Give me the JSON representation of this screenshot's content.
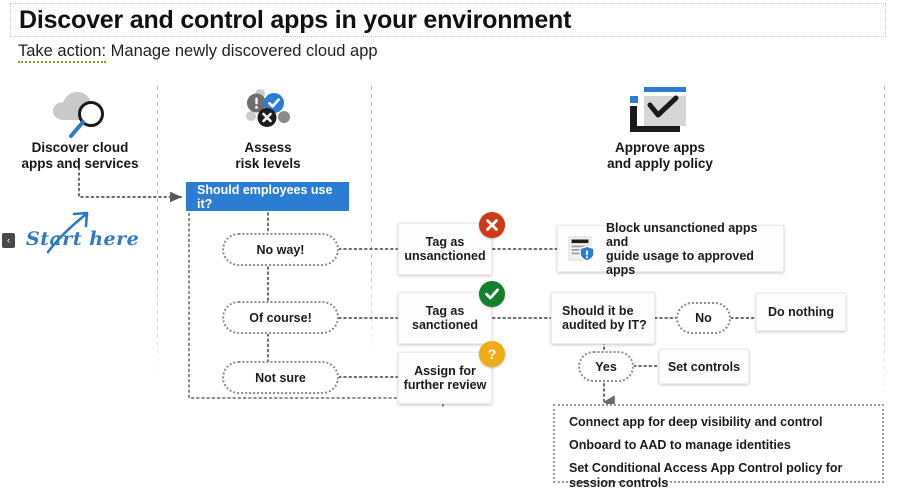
{
  "header": {
    "title": "Discover and control apps in your environment",
    "subtitle_lead": "Take action:",
    "subtitle_rest": " Manage newly discovered cloud app"
  },
  "annotation": {
    "start_here": "Start here",
    "nav_chip": "‹"
  },
  "columns": [
    {
      "id": "discover",
      "label_line1": "Discover cloud",
      "label_line2": "apps and services",
      "icon": "cloud-search-icon"
    },
    {
      "id": "assess",
      "label_line1": "Assess",
      "label_line2": "risk levels",
      "icon": "risk-dots-icon"
    },
    {
      "id": "approve",
      "label_line1": "Approve apps",
      "label_line2": "and apply policy",
      "icon": "approve-checklist-icon"
    }
  ],
  "flow": {
    "decision": "Should employees use it?",
    "branches": [
      {
        "id": "no-way",
        "label": "No way!"
      },
      {
        "id": "of-course",
        "label": "Of course!"
      },
      {
        "id": "not-sure",
        "label": "Not sure"
      }
    ],
    "actions": [
      {
        "id": "tag-unsanctioned",
        "line1": "Tag as",
        "line2": "unsanctioned",
        "badge": "x",
        "badge_glyph": "✕",
        "badge_color": "#cf3a16"
      },
      {
        "id": "tag-sanctioned",
        "line1": "Tag as",
        "line2": "sanctioned",
        "badge": "check",
        "badge_glyph": "✓",
        "badge_color": "#13802b"
      },
      {
        "id": "assign-review",
        "line1": "Assign for",
        "line2": "further review",
        "badge": "question",
        "badge_glyph": "?",
        "badge_color": "#f0ac14"
      }
    ],
    "block_card": {
      "line1": "Block unsanctioned apps and",
      "line2": "guide usage to approved apps",
      "icon": "document-shield-icon"
    },
    "audit_question": {
      "line1": "Should it be",
      "line2": "audited by IT?"
    },
    "audit_no": "No",
    "audit_yes": "Yes",
    "do_nothing": "Do nothing",
    "set_controls": "Set controls",
    "final_actions": [
      "Connect app for deep visibility and control",
      "Onboard to AAD to manage identities",
      "Set Conditional Access App Control policy for session controls"
    ]
  },
  "colors": {
    "accent_blue": "#2b7cd3",
    "annotation_blue": "#2f7ac4",
    "red": "#cf3a16",
    "green": "#13802b",
    "amber": "#f0ac14",
    "divider": "#c0c0c0"
  }
}
